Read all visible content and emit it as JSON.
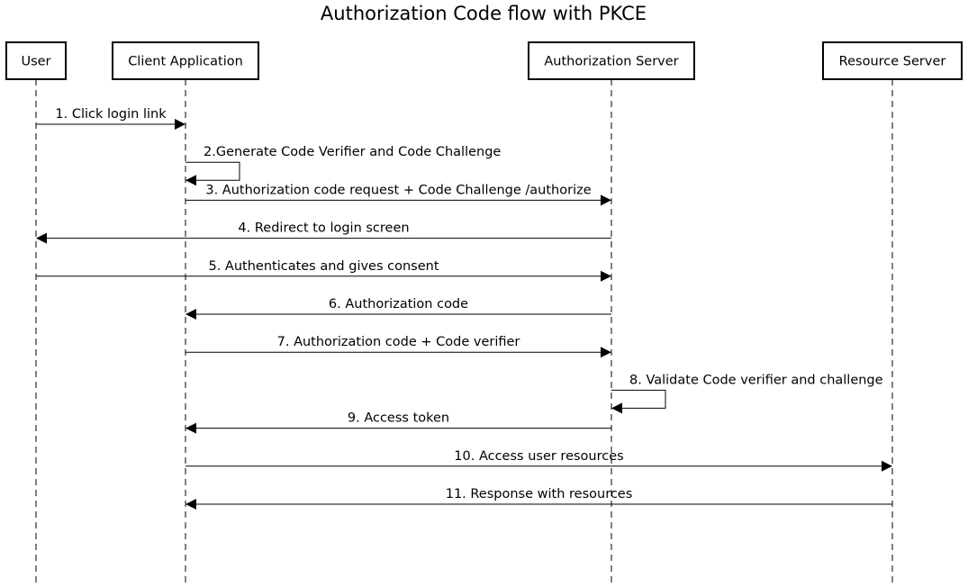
{
  "diagram": {
    "title": "Authorization Code flow with PKCE",
    "participants": [
      {
        "id": "user",
        "label": "User"
      },
      {
        "id": "client",
        "label": "Client Application"
      },
      {
        "id": "auth",
        "label": "Authorization Server"
      },
      {
        "id": "resource",
        "label": "Resource Server"
      }
    ],
    "messages": [
      {
        "from": "user",
        "to": "client",
        "label": "1. Click login link"
      },
      {
        "from": "client",
        "to": "client",
        "label": "2.Generate Code Verifier and Code Challenge"
      },
      {
        "from": "client",
        "to": "auth",
        "label": "3. Authorization code request + Code Challenge /authorize"
      },
      {
        "from": "auth",
        "to": "user",
        "label": "4. Redirect to login screen"
      },
      {
        "from": "user",
        "to": "auth",
        "label": "5. Authenticates and gives consent"
      },
      {
        "from": "auth",
        "to": "client",
        "label": "6. Authorization code"
      },
      {
        "from": "client",
        "to": "auth",
        "label": "7. Authorization code + Code verifier"
      },
      {
        "from": "auth",
        "to": "auth",
        "label": "8. Validate Code verifier and challenge"
      },
      {
        "from": "auth",
        "to": "client",
        "label": "9. Access token"
      },
      {
        "from": "client",
        "to": "resource",
        "label": "10. Access user resources"
      },
      {
        "from": "resource",
        "to": "client",
        "label": "11. Response with resources"
      }
    ]
  }
}
